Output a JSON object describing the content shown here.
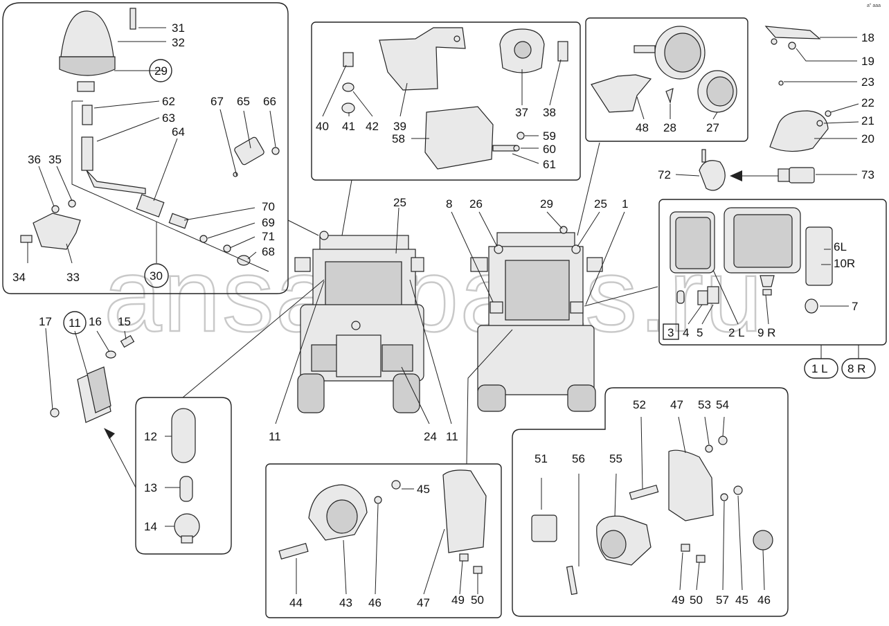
{
  "watermark": "ansat-parts.ru",
  "corner_note": "a\" aaa",
  "callouts": {
    "c31": "31",
    "c32": "32",
    "c29a": "29",
    "c62": "62",
    "c63": "63",
    "c64": "64",
    "c67": "67",
    "c65": "65",
    "c66": "66",
    "c36": "36",
    "c35": "35",
    "c70": "70",
    "c69": "69",
    "c71": "71",
    "c68": "68",
    "c34": "34",
    "c33": "33",
    "c30": "30",
    "c40": "40",
    "c41": "41",
    "c42": "42",
    "c39": "39",
    "c37": "37",
    "c38": "38",
    "c58": "58",
    "c59": "59",
    "c60": "60",
    "c61": "61",
    "c48": "48",
    "c28": "28",
    "c27": "27",
    "c18": "18",
    "c19": "19",
    "c23": "23",
    "c22": "22",
    "c21": "21",
    "c20": "20",
    "c72": "72",
    "c73": "73",
    "c25a": "25",
    "c8": "8",
    "c26": "26",
    "c29b": "29",
    "c25b": "25",
    "c1": "1",
    "c6L": "6L",
    "c10R": "10R",
    "c7": "7",
    "c3": "3",
    "c4": "4",
    "c5": "5",
    "c2L": "2 L",
    "c9R": "9 R",
    "c1L": "1 L",
    "c8R": "8 R",
    "c17": "17",
    "c11a": "11",
    "c16": "16",
    "c15": "15",
    "c11b": "11",
    "c24": "24",
    "c11c": "11",
    "c12": "12",
    "c13": "13",
    "c14": "14",
    "c45a": "45",
    "c44": "44",
    "c43": "43",
    "c46a": "46",
    "c47a": "47",
    "c49a": "49",
    "c50a": "50",
    "c52": "52",
    "c47b": "47",
    "c53": "53",
    "c54": "54",
    "c51": "51",
    "c56": "56",
    "c55": "55",
    "c49b": "49",
    "c50b": "50",
    "c57": "57",
    "c45b": "45",
    "c46b": "46"
  }
}
